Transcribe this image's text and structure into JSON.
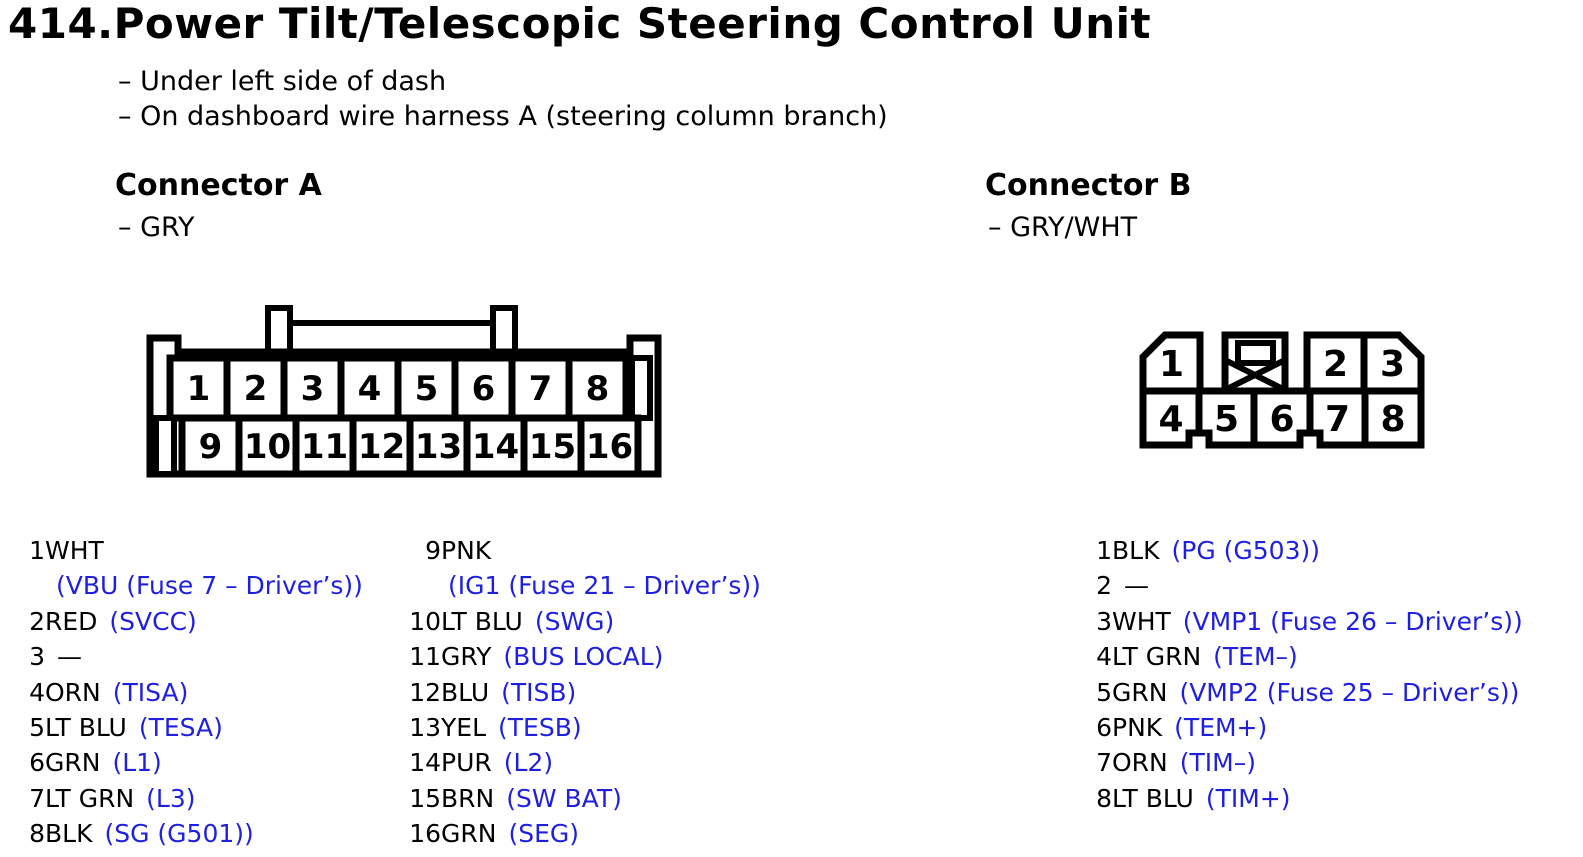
{
  "title": "414.Power Tilt/Telescopic Steering Control Unit",
  "location_notes": [
    "– Under left side of dash",
    "– On dashboard wire harness A (steering column branch)"
  ],
  "colors": {
    "signal_blue": "#1f1fe0",
    "ink": "#000000"
  },
  "connector_a": {
    "heading": "Connector A",
    "housing_color": "– GRY",
    "diagram": {
      "top_row_pins": [
        "1",
        "2",
        "3",
        "4",
        "5",
        "6",
        "7",
        "8"
      ],
      "bottom_row_pins": [
        "9",
        "10",
        "11",
        "12",
        "13",
        "14",
        "15",
        "16"
      ]
    },
    "pin_list_left": [
      {
        "num": "1",
        "wire": "WHT",
        "signal": "(VBU (Fuse 7 – Driver’s))",
        "wrap": true
      },
      {
        "num": "2",
        "wire": "RED",
        "signal": "(SVCC)"
      },
      {
        "num": "3",
        "wire": "—",
        "signal": ""
      },
      {
        "num": "4",
        "wire": "ORN",
        "signal": "(TISA)"
      },
      {
        "num": "5",
        "wire": "LT BLU",
        "signal": "(TESA)"
      },
      {
        "num": "6",
        "wire": "GRN",
        "signal": "(L1)"
      },
      {
        "num": "7",
        "wire": "LT GRN",
        "signal": "(L3)"
      },
      {
        "num": "8",
        "wire": "BLK",
        "signal": "(SG (G501))"
      }
    ],
    "pin_list_right": [
      {
        "num": "9",
        "wire": "PNK",
        "signal": "(IG1 (Fuse 21 – Driver’s))",
        "wrap": true
      },
      {
        "num": "10",
        "wire": "LT BLU",
        "signal": "(SWG)"
      },
      {
        "num": "11",
        "wire": "GRY",
        "signal": "(BUS LOCAL)"
      },
      {
        "num": "12",
        "wire": "BLU",
        "signal": "(TISB)"
      },
      {
        "num": "13",
        "wire": "YEL",
        "signal": "(TESB)"
      },
      {
        "num": "14",
        "wire": "PUR",
        "signal": "(L2)"
      },
      {
        "num": "15",
        "wire": "BRN",
        "signal": "(SW BAT)"
      },
      {
        "num": "16",
        "wire": "GRN",
        "signal": "(SEG)"
      }
    ]
  },
  "connector_b": {
    "heading": "Connector B",
    "housing_color": "– GRY/WHT",
    "diagram": {
      "top_row_pins": [
        "1",
        "2",
        "3"
      ],
      "bottom_row_pins": [
        "4",
        "5",
        "6",
        "7",
        "8"
      ]
    },
    "pin_list": [
      {
        "num": "1",
        "wire": "BLK",
        "signal": "(PG (G503))"
      },
      {
        "num": "2",
        "wire": "—",
        "signal": ""
      },
      {
        "num": "3",
        "wire": "WHT",
        "signal": "(VMP1 (Fuse 26 – Driver’s))"
      },
      {
        "num": "4",
        "wire": "LT GRN",
        "signal": "(TEM–)"
      },
      {
        "num": "5",
        "wire": "GRN",
        "signal": "(VMP2 (Fuse 25 – Driver’s))"
      },
      {
        "num": "6",
        "wire": "PNK",
        "signal": "(TEM+)"
      },
      {
        "num": "7",
        "wire": "ORN",
        "signal": "(TIM–)"
      },
      {
        "num": "8",
        "wire": "LT BLU",
        "signal": "(TIM+)"
      }
    ]
  }
}
